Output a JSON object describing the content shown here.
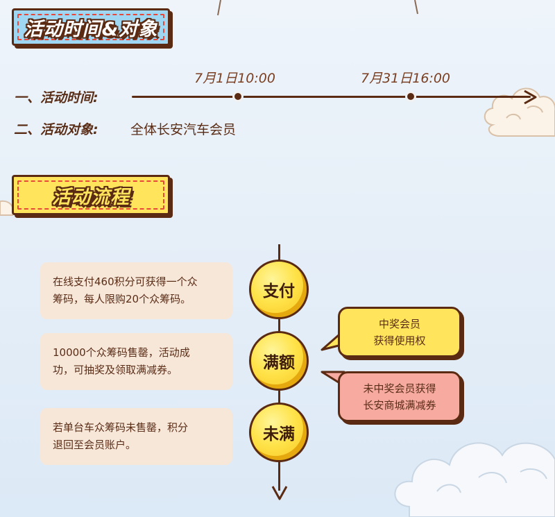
{
  "section1": {
    "banner": "活动时间&对象",
    "time_row_label": "一、活动时间:",
    "start_time": "7月1日10:00",
    "end_time": "7月31日16:00",
    "audience_row_label": "二、活动对象:",
    "audience_value": "全体长安汽车会员"
  },
  "section2": {
    "banner": "活动流程",
    "steps": [
      {
        "label": "支付",
        "note_line1": "在线支付460积分可获得一个众",
        "note_line2": "筹码，每人限购20个众筹码。"
      },
      {
        "label": "满额",
        "note_line1": "10000个众筹码售罄，活动成",
        "note_line2": "功，可抽奖及领取满减券。"
      },
      {
        "label": "未满",
        "note_line1": "若单台车众筹码未售罄，积分",
        "note_line2": "退回至会员账户。"
      }
    ],
    "winner_bubble": {
      "line1": "中奖会员",
      "line2": "获得使用权"
    },
    "loser_bubble": {
      "line1": "未中奖会员获得",
      "line2": "长安商城满减券"
    }
  },
  "colors": {
    "brown": "#5a2a12",
    "banner_blue": "#9fd6f2",
    "banner_yellow": "#ffe45c",
    "note_bg": "#f7e7d9",
    "bubble_pink": "#f6aaa0"
  }
}
